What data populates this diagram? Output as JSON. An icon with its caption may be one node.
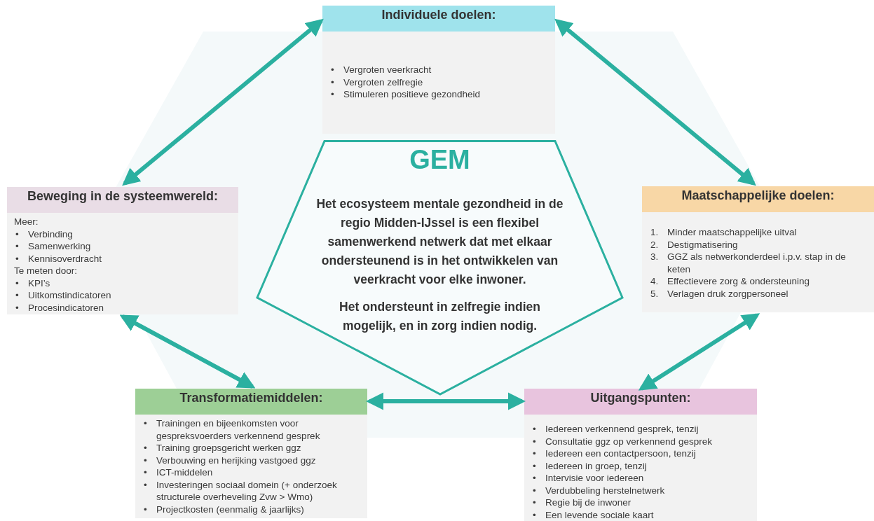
{
  "diagram": {
    "nodes": [
      {
        "text": [
          "Individuele doelen:",
          "• Vergroten veerkracht",
          "• Vergroten zelfregie",
          "• Stimuleren positieve gezondheid"
        ]
      },
      {
        "text": [
          "Beweging in de systeemwereld:",
          "Meer:",
          "• Verbinding",
          "• Samenwerking",
          "• Kennisoverdracht",
          "Te meten door:",
          "• KPI’s",
          "• Uitkomstindicatoren",
          "• Procesindicatoren"
        ]
      },
      {
        "text": [
          "GEM",
          "Het ecosysteem mentale gezondheid in de regio Midden-IJssel is een flexibel samenwerkend netwerk dat met elkaar ondersteunend is in het ontwikkelen van veerkracht voor elke inwoner.",
          "Het ondersteunt in zelfregie indien mogelijk, en in zorg indien nodig."
        ]
      },
      {
        "text": [
          "Maatschappelijke doelen:",
          "1. Minder maatschappelijke uitval",
          "2. Destigmatisering",
          "3. GGZ als netwerkonderdeel i.p.v. stap in de keten",
          "4. Effectievere zorg & ondersteuning",
          "5. Verlagen druk zorgpersoneel"
        ]
      },
      {
        "text": [
          "Transformatiemiddelen:",
          "• Trainingen en bijeenkomsten voor gespreksvoerders verkennend gesprek",
          "• Training groepsgericht werken ggz",
          "• Verbouwing en herijking vastgoed ggz",
          "• ICT-middelen",
          "• Investeringen sociaal domein (+ onderzoek structurele overheveling Zvw > Wmo)",
          "• Projectkosten (eenmalig & jaarlijks)"
        ]
      },
      {
        "text": [
          "Uitgangspunten:",
          "• Iedereen verkennend gesprek, tenzij",
          "• Consultatie ggz op verkennend gesprek",
          "• Iedereen een contactpersoon, tenzij",
          "• Iedereen in groep, tenzij",
          "• Intervisie voor iedereen",
          "• Verdubbeling herstelnetwerk",
          "• Regie bij de inwoner",
          "• Een levende sociale kaart"
        ]
      }
    ],
    "edges": [
      {
        "from": 0,
        "to": 1,
        "arrow": "both"
      },
      {
        "from": 0,
        "to": 3,
        "arrow": "both"
      },
      {
        "from": 1,
        "to": 4,
        "arrow": "both"
      },
      {
        "from": 3,
        "to": 5,
        "arrow": "both"
      },
      {
        "from": 4,
        "to": 5,
        "arrow": "both"
      }
    ]
  }
}
